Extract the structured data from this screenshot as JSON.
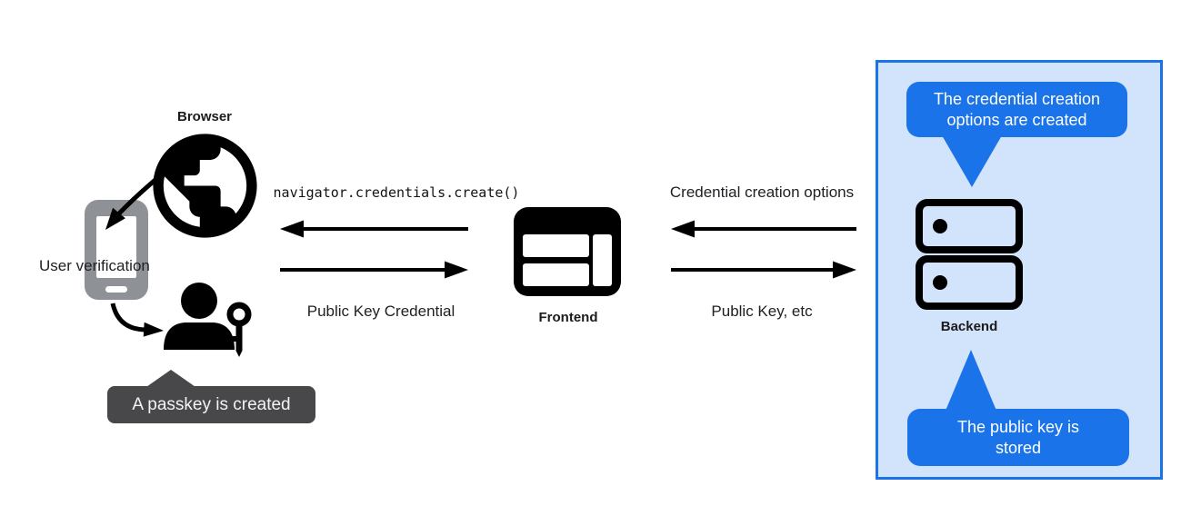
{
  "colors": {
    "accent_blue": "#1a73e8",
    "panel_blue": "#d2e3fc",
    "tooltip_gray": "#48484a",
    "phone_gray": "#8e9297",
    "ink": "#202124"
  },
  "left": {
    "browser_label": "Browser",
    "user_verification_label": "User verification",
    "passkey_tooltip_label": "A passkey is created"
  },
  "center": {
    "call_label": "navigator.credentials.create()",
    "return_label": "Public Key Credential",
    "frontend_label": "Frontend"
  },
  "right": {
    "request_label": "Credential creation options",
    "response_label": "Public Key, etc",
    "backend_label": "Backend",
    "top_bubble_lines": [
      "The credential creation",
      "options are created"
    ],
    "bottom_bubble_lines": [
      "The public key is",
      "stored"
    ]
  },
  "icons": {
    "globe": "globe-icon",
    "smartphone": "smartphone-icon",
    "person_key": "person-with-key-icon",
    "frontend_window": "browser-window-icon",
    "server": "server-icon"
  }
}
